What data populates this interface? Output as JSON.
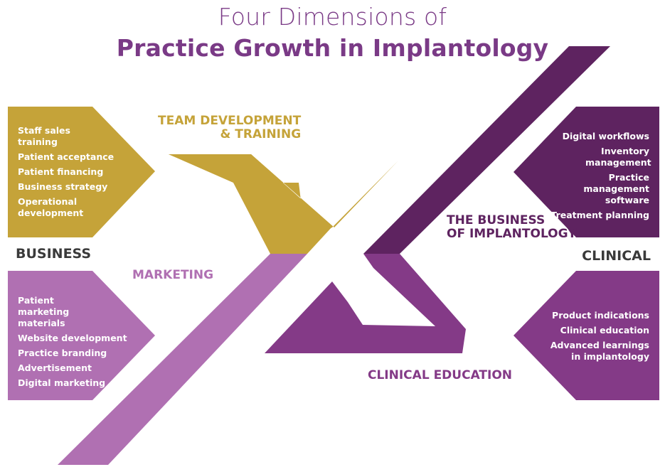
{
  "title": {
    "line1": "Four Dimensions of",
    "line2": "Practice Growth in Implantology"
  },
  "colors": {
    "gold": "#c5a339",
    "light_purple": "#b070b2",
    "dark_purple": "#5e2360",
    "mid_purple": "#843a87",
    "title": "#7a3a86",
    "heading": "#3a3a3a"
  },
  "headings": {
    "business": "BUSINESS",
    "clinical": "CLINICAL"
  },
  "dimensions": {
    "team": {
      "line1": "TEAM DEVELOPMENT",
      "line2": "& TRAINING"
    },
    "marketing": "MARKETING",
    "business": {
      "line1": "THE BUSINESS",
      "line2": "OF IMPLANTOLOGY"
    },
    "education": "CLINICAL EDUCATION"
  },
  "team_items": [
    "Staff sales training",
    "Patient acceptance",
    "Patient financing",
    "Business strategy",
    "Operational development"
  ],
  "marketing_items": [
    "Patient marketing materials",
    "Website development",
    "Practice branding",
    "Advertisement",
    "Digital marketing"
  ],
  "business_items": [
    "Digital workflows",
    "Inventory management",
    "Practice management software",
    "Treatment planning"
  ],
  "education_items": [
    "Product indications",
    "Clinical education",
    "Advanced learnings in implantology"
  ]
}
